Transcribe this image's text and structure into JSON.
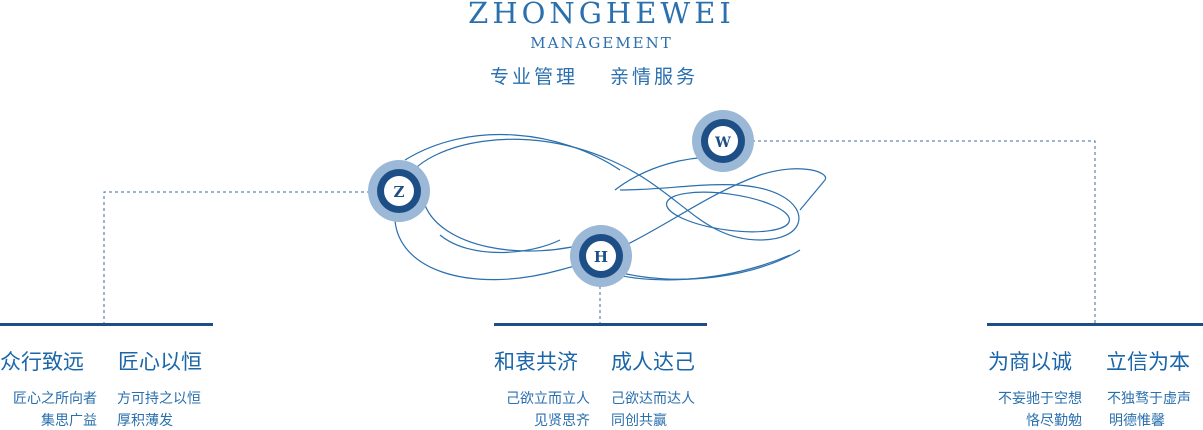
{
  "brand": {
    "name": "ZHONGHEWEI",
    "sub": "MANAGEMENT",
    "slogan_1": "专业管理",
    "slogan_2": "亲情服务"
  },
  "nodes": {
    "z": "Z",
    "h": "H",
    "w": "W"
  },
  "columns": [
    {
      "left_title": "众行致远",
      "right_title": "匠心以恒",
      "left_lines": [
        "匠心之所向者",
        "集思广益"
      ],
      "right_lines": [
        "方可持之以恒",
        "厚积薄发"
      ]
    },
    {
      "left_title": "和衷共济",
      "right_title": "成人达己",
      "left_lines": [
        "己欲立而立人",
        "见贤思齐"
      ],
      "right_lines": [
        "己欲达而达人",
        "同创共赢"
      ]
    },
    {
      "left_title": "为商以诚",
      "right_title": "立信为本",
      "left_lines": [
        "不妄驰于空想",
        "恪尽勤勉"
      ],
      "right_lines": [
        "不独骛于虚声",
        "明德惟馨"
      ]
    }
  ],
  "colors": {
    "primary": "#1a66a8",
    "dark": "#1d4f86",
    "ring": "#8fb0d2"
  }
}
